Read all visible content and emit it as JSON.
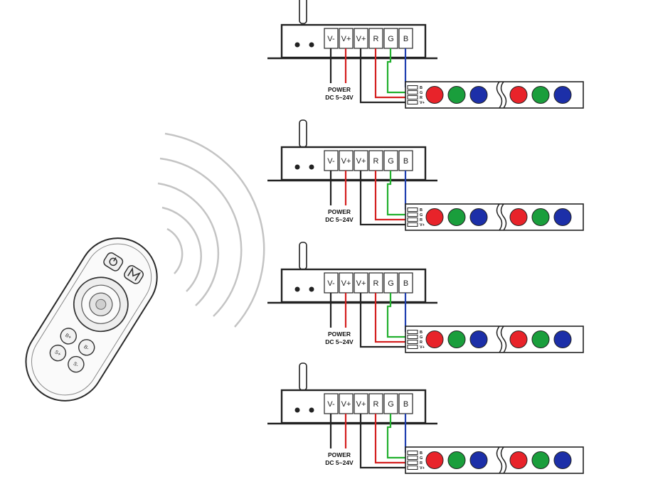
{
  "controller": {
    "terminals": [
      "V-",
      "V+",
      "V+",
      "R",
      "G",
      "B"
    ]
  },
  "power": {
    "line1": "POWER",
    "line2": "DC 5~24V"
  },
  "strip": {
    "pins": [
      "B",
      "G",
      "R",
      "V+"
    ],
    "led_colors": [
      "#e8232a",
      "#1a9e3c",
      "#1c2fa8",
      "#e8232a",
      "#1a9e3c",
      "#1c2fa8"
    ]
  },
  "wires": {
    "red": "#d42020",
    "green": "#22b02e",
    "blue": "#1f3fb0",
    "black": "#222222"
  },
  "remote": {
    "buttons": [
      "B+",
      "B-",
      "S+",
      "S-"
    ]
  },
  "units": [
    {
      "id": "unit-1"
    },
    {
      "id": "unit-2"
    },
    {
      "id": "unit-3"
    },
    {
      "id": "unit-4"
    }
  ]
}
